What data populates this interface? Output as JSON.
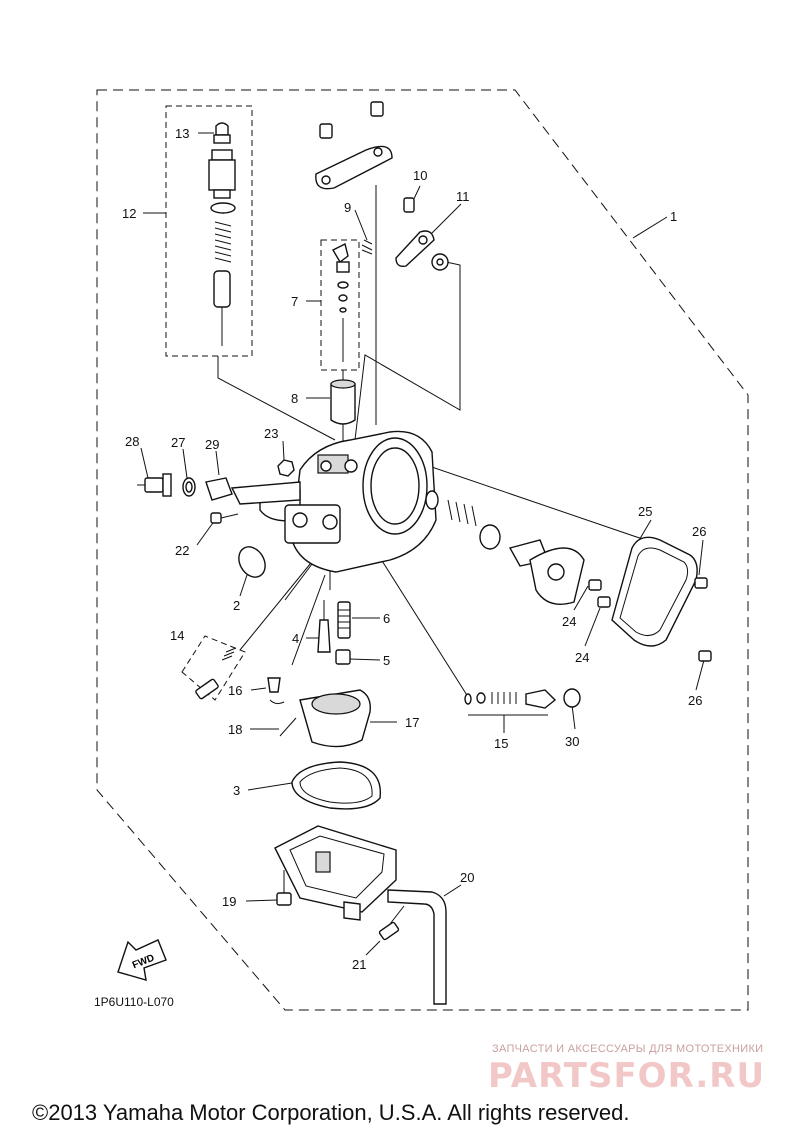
{
  "callouts": [
    "1",
    "2",
    "3",
    "4",
    "5",
    "6",
    "7",
    "8",
    "9",
    "10",
    "11",
    "12",
    "13",
    "14",
    "15",
    "16",
    "17",
    "18",
    "19",
    "20",
    "21",
    "22",
    "23",
    "24",
    "24",
    "25",
    "26",
    "26",
    "27",
    "28",
    "29",
    "30"
  ],
  "fwd_label": "FWD",
  "diagram_code": "1P6U110-L070",
  "watermark": {
    "tagline": "ЗАПЧАСТИ И АКСЕССУАРЫ ДЛЯ МОТОТЕХНИКИ",
    "logo": "PARTSFOR.RU"
  },
  "copyright": "©2013 Yamaha Motor Corporation, U.S.A. All rights reserved."
}
